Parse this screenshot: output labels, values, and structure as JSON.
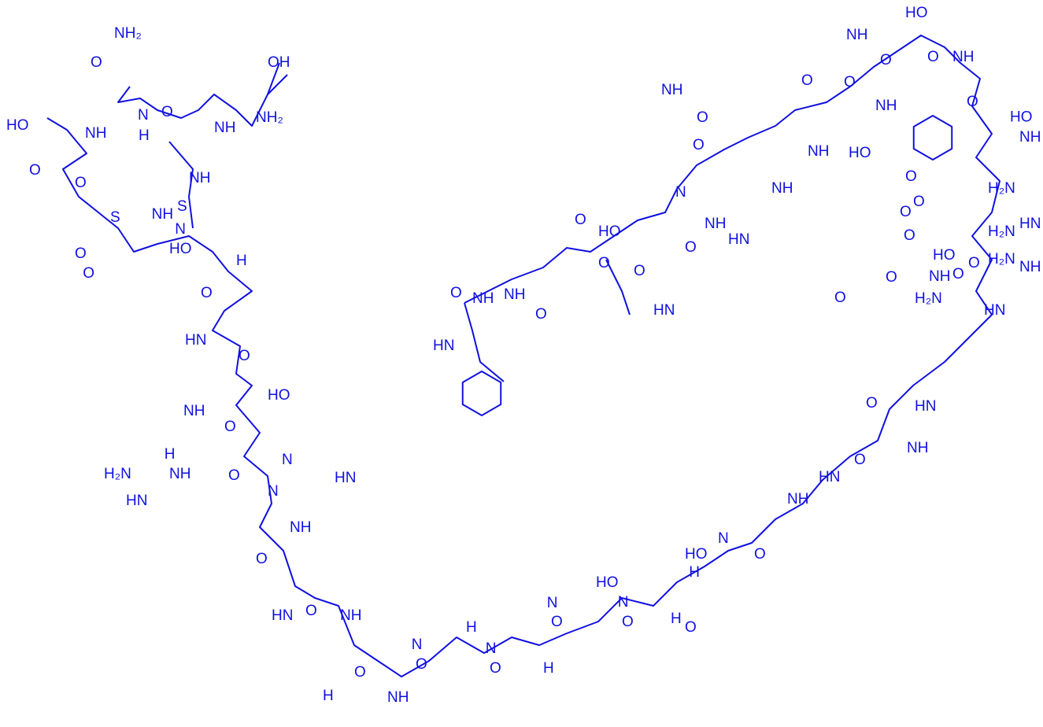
{
  "diagram": {
    "type": "peptide-structure",
    "color": "#1010e0",
    "atom_labels": [
      "NH2",
      "O",
      "OH",
      "HO",
      "NH",
      "N",
      "H",
      "O",
      "NH",
      "NH2",
      "O",
      "O",
      "NH",
      "S",
      "S",
      "NH",
      "O",
      "O",
      "HO",
      "N",
      "H",
      "O",
      "HN",
      "O",
      "NH",
      "HO",
      "O",
      "HN",
      "NH",
      "H2N",
      "H",
      "N",
      "HN",
      "O",
      "N",
      "NH",
      "O",
      "HN",
      "O",
      "NH",
      "O",
      "NH",
      "O",
      "N",
      "H",
      "O",
      "N",
      "H",
      "O",
      "N",
      "H",
      "HO",
      "O",
      "N",
      "H",
      "O",
      "HO",
      "H",
      "N",
      "O",
      "NH",
      "HN",
      "O",
      "NH",
      "O",
      "HN",
      "O",
      "H2N",
      "HN",
      "NH",
      "H2N",
      "NH",
      "O",
      "O",
      "HO",
      "O",
      "H2N",
      "HN",
      "O",
      "O",
      "H2N",
      "NH",
      "O",
      "NH",
      "HO",
      "O",
      "O",
      "NH",
      "O",
      "O",
      "NH",
      "HO",
      "NH",
      "O",
      "O",
      "HO",
      "NH",
      "O",
      "N",
      "O",
      "HN",
      "O",
      "NH",
      "O",
      "HN",
      "NH",
      "O",
      "O",
      "HO",
      "NH",
      "O",
      "NH",
      "O",
      "HN"
    ]
  }
}
